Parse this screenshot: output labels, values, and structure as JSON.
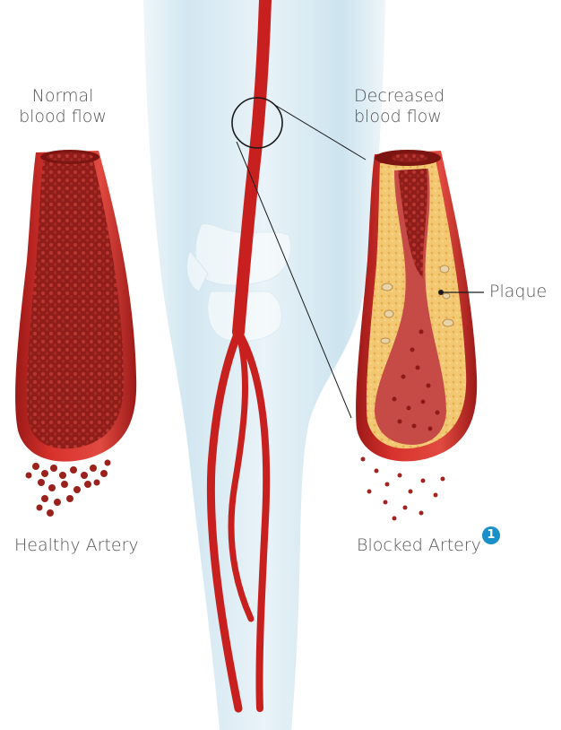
{
  "labels": {
    "normal_flow_line1": "Normal",
    "normal_flow_line2": "blood flow",
    "decreased_flow_line1": "Decreased",
    "decreased_flow_line2": "blood flow",
    "plaque": "Plaque",
    "healthy_artery": "Healthy Artery",
    "blocked_artery": "Blocked Artery",
    "reference_badge": "1"
  },
  "colors": {
    "artery_red": "#c8201e",
    "artery_dark": "#8e1a17",
    "plaque_yellow": "#f1c46a",
    "leg_blue": "#cfe6f1",
    "badge_blue": "#1b8fc8"
  },
  "icons": {
    "badge": "numbered-circle-icon"
  }
}
